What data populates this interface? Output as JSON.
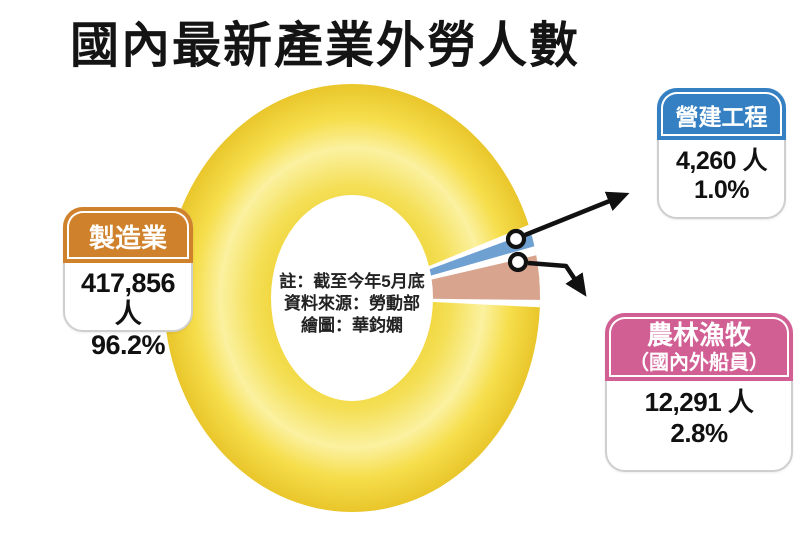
{
  "title": "國內最新產業外勞人數",
  "note": {
    "line1": "註：截至今年5月底",
    "line2": "資料來源：勞動部",
    "line3": "繪圖：華鈞嫻"
  },
  "callouts": {
    "manufacturing": {
      "label": "製造業",
      "people": "417,856 人",
      "percent": "96.2%",
      "color": "#D0812B"
    },
    "construction": {
      "label": "營建工程",
      "people": "4,260 人",
      "percent": "1.0%",
      "color": "#3580C2"
    },
    "agriculture": {
      "label_line1": "農林漁牧",
      "label_line2": "（國內外船員）",
      "people": "12,291 人",
      "percent": "2.8%",
      "color": "#D25F94"
    }
  },
  "chart_data": {
    "type": "pie",
    "variant": "donut",
    "title": "國內最新產業外勞人數",
    "categories": [
      "製造業",
      "營建工程",
      "農林漁牧（國內外船員）"
    ],
    "values": [
      417856,
      4260,
      12291
    ],
    "percents": [
      96.2,
      1.0,
      2.8
    ],
    "unit": "人",
    "colors": [
      "#F3D83C",
      "#6FA0D2",
      "#D8A48E"
    ],
    "ring_color_highlight": "#FBF1A0",
    "ring_color_edge": "#E9C62B",
    "note": [
      "註：截至今年5月底",
      "資料來源：勞動部",
      "繪圖：華鈞嫻"
    ],
    "legend_position": "callout-boxes",
    "grid": false
  }
}
